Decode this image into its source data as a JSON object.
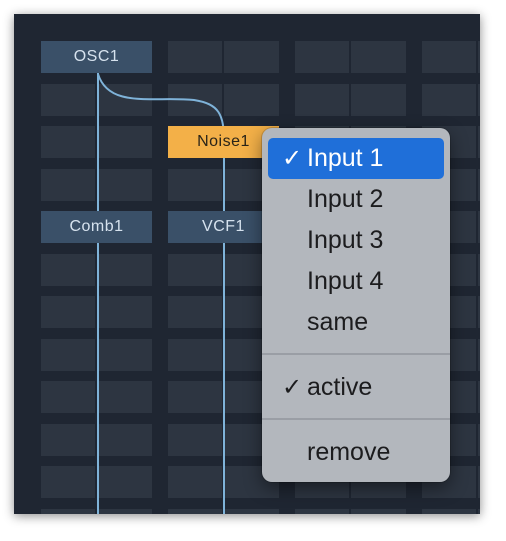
{
  "colors": {
    "background": "#1f2632",
    "cell": "#2d3541",
    "module": "#3a5068",
    "module_selected": "#f3b048",
    "cable": "#7fb3d9",
    "menu_background": "#b3b7bd",
    "menu_highlight": "#1f6fd9"
  },
  "modules": {
    "osc1": "OSC1",
    "noise1": "Noise1",
    "comb1": "Comb1",
    "vcf1": "VCF1"
  },
  "context_menu": {
    "check_icon": "checkmark-icon",
    "inputs": [
      {
        "label": "Input 1",
        "checked": true,
        "highlighted": true
      },
      {
        "label": "Input 2",
        "checked": false,
        "highlighted": false
      },
      {
        "label": "Input 3",
        "checked": false,
        "highlighted": false
      },
      {
        "label": "Input 4",
        "checked": false,
        "highlighted": false
      },
      {
        "label": "same",
        "checked": false,
        "highlighted": false
      }
    ],
    "active": {
      "label": "active",
      "checked": true
    },
    "remove": {
      "label": "remove"
    }
  }
}
